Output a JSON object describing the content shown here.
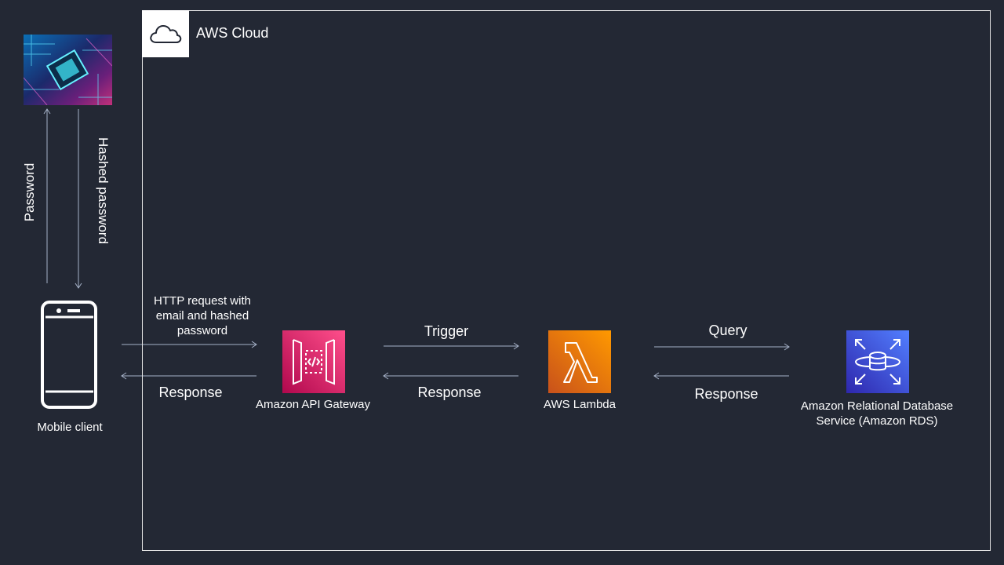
{
  "cloud": {
    "title": "AWS Cloud",
    "icon": "cloud-icon"
  },
  "client": {
    "label": "Mobile client",
    "icon": "mobile-phone-icon"
  },
  "hasher": {
    "icon": "microchip-image"
  },
  "vertical_arrows": {
    "up_label": "Password",
    "down_label": "Hashed password"
  },
  "services": {
    "api_gateway": {
      "label": "Amazon API Gateway",
      "icon": "api-gateway-icon",
      "color_start": "#b0084d",
      "color_end": "#ff4f8b"
    },
    "lambda": {
      "label": "AWS Lambda",
      "icon": "lambda-icon",
      "color_start": "#c8511b",
      "color_end": "#ff9900"
    },
    "rds": {
      "label_line1": "Amazon Relational Database",
      "label_line2": "Service (Amazon RDS)",
      "icon": "rds-icon",
      "color_start": "#2e27ad",
      "color_end": "#527fff"
    }
  },
  "flows": {
    "request_line1": "HTTP request with",
    "request_line2": "email and hashed",
    "request_line3": "password",
    "gateway_response": "Response",
    "trigger": "Trigger",
    "lambda_response": "Response",
    "query": "Query",
    "rds_response": "Response"
  },
  "colors": {
    "background": "#232834",
    "arrow": "#a6b2c8",
    "frame": "#e6e6e6"
  }
}
